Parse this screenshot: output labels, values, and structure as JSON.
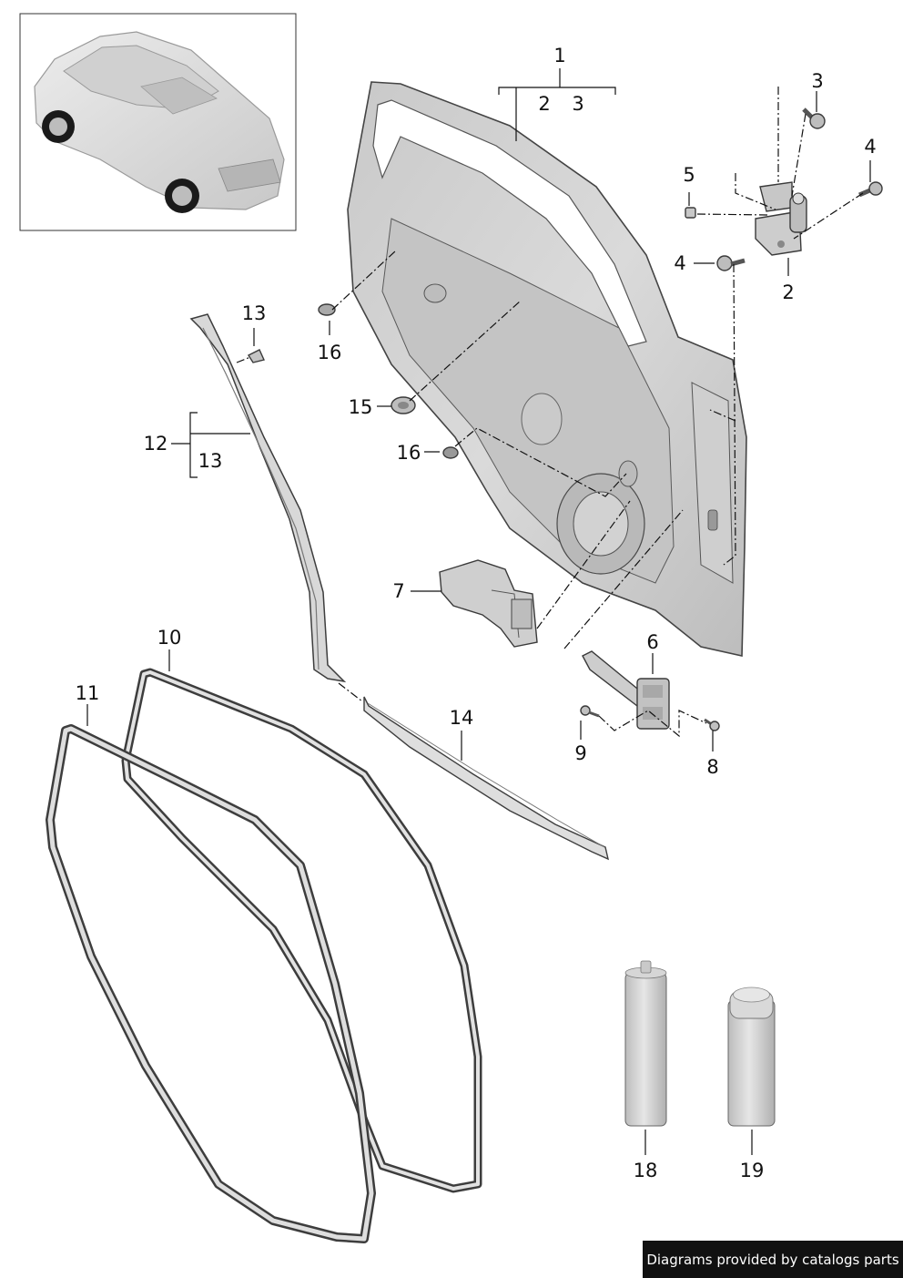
{
  "callouts": {
    "c1": "1",
    "c1_2": "2",
    "c1_3": "3",
    "c3": "3",
    "c4a": "4",
    "c5": "5",
    "c4b": "4",
    "c2": "2",
    "c13a": "13",
    "c16a": "16",
    "c15": "15",
    "c12": "12",
    "c13b": "13",
    "c16b": "16",
    "c7": "7",
    "c10": "10",
    "c6": "6",
    "c11": "11",
    "c14": "14",
    "c9": "9",
    "c8": "8",
    "c18": "18",
    "c19": "19"
  },
  "footer": {
    "credit": "Diagrams provided by catalogs parts"
  },
  "colors": {
    "line": "#111111",
    "part_fill": "#d6d6d6",
    "part_shadow": "#a9a9a9",
    "credit_bg": "#111111",
    "credit_text": "#ffffff"
  }
}
